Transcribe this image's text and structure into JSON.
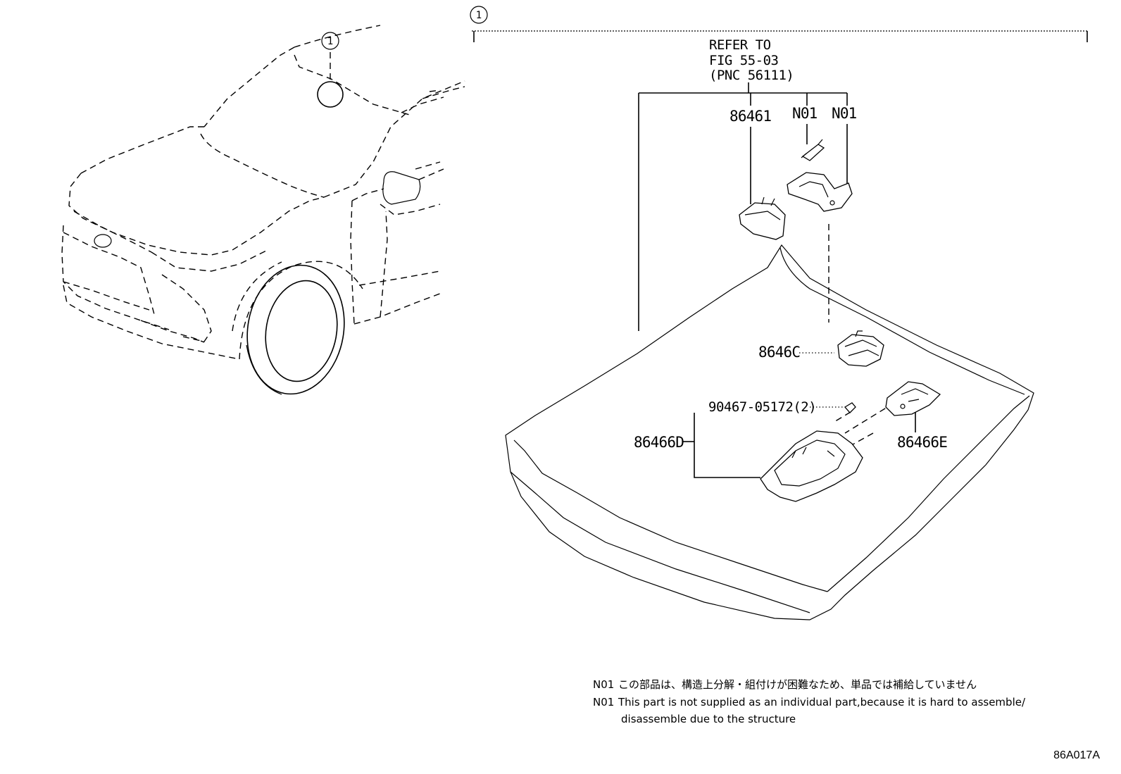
{
  "diagram": {
    "callout_number": "1",
    "refer": {
      "line1": "REFER TO",
      "line2": "FIG 55-03",
      "line3": "(PNC 56111)"
    },
    "parts": {
      "p86461": "86461",
      "n01a": "N01",
      "n01b": "N01",
      "p8646C": "8646C",
      "p90467": "90467-05172(2)",
      "p86466D": "86466D",
      "p86466E": "86466E"
    },
    "notes": {
      "jp_code": "N01",
      "jp_text": "この部品は、構造上分解・組付けが困難なため、単品では補給していません",
      "en_code": "N01",
      "en_text_line1": "This part is not supplied as an individual part,because it is hard to assemble/",
      "en_text_line2": "disassemble due to the structure"
    },
    "figure_code": "86A017A"
  }
}
